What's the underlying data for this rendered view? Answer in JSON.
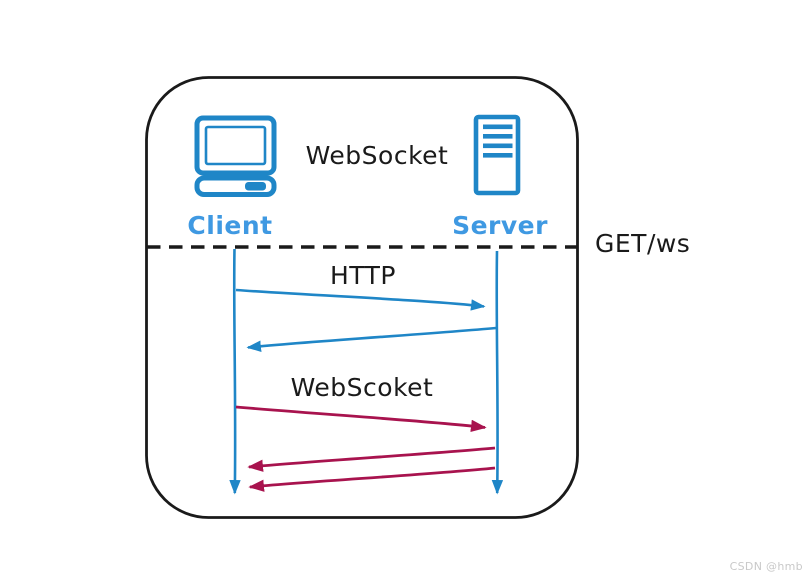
{
  "diagram": {
    "title": "WebSocket",
    "client_label": "Client",
    "server_label": "Server",
    "handshake_annotation": "GET/ws",
    "phase1_label": "HTTP",
    "phase2_label": "WebScoket",
    "watermark": "CSDN @hmb 1",
    "icons": {
      "client": "computer-icon",
      "server": "server-rack-icon"
    },
    "flows": [
      {
        "name": "http-request",
        "from": "Client",
        "to": "Server",
        "color": "#1f86c7"
      },
      {
        "name": "http-response",
        "from": "Server",
        "to": "Client",
        "color": "#1f86c7"
      },
      {
        "name": "ws-message-1",
        "from": "Client",
        "to": "Server",
        "color": "#a8134e"
      },
      {
        "name": "ws-message-2",
        "from": "Server",
        "to": "Client",
        "color": "#a8134e"
      },
      {
        "name": "ws-message-3",
        "from": "Server",
        "to": "Client",
        "color": "#a8134e"
      }
    ]
  },
  "colors": {
    "blue": "#1f86c7",
    "label_blue": "#3f99e2",
    "crimson": "#a8134e",
    "ink": "#1a1a1a",
    "watermark_gray": "#c9c9c9"
  }
}
